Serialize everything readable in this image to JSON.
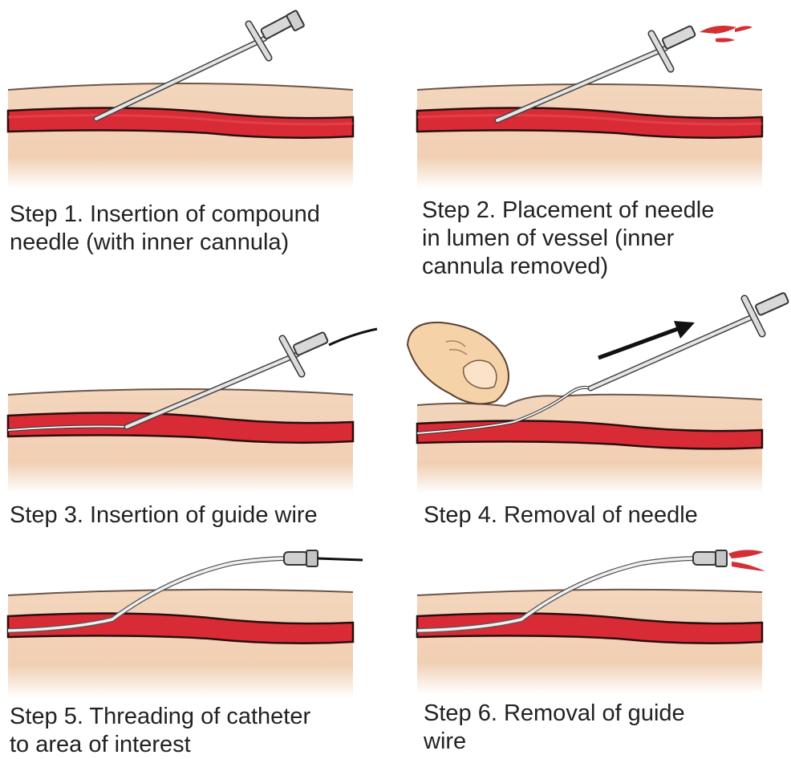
{
  "steps": [
    {
      "caption_lines": [
        "Step 1. Insertion of compound",
        "needle (with inner cannula)"
      ]
    },
    {
      "caption_lines": [
        "Step 2. Placement of needle",
        "in lumen of vessel (inner",
        "cannula removed)"
      ]
    },
    {
      "caption_lines": [
        "Step 3. Insertion of guide wire"
      ]
    },
    {
      "caption_lines": [
        "Step 4. Removal of needle"
      ]
    },
    {
      "caption_lines": [
        "Step 5. Threading of catheter",
        "to area of interest"
      ]
    },
    {
      "caption_lines": [
        "Step 6. Removal of guide",
        "wire"
      ]
    }
  ],
  "colors": {
    "skin": "#f1cfb3",
    "skin_edge": "#5a4a40",
    "vessel": "#d92b35",
    "vessel_edge": "#2a0e0e",
    "metal": "#d9d9d9",
    "blood": "#d32f35"
  },
  "icons": [
    "needle-icon",
    "finger-icon",
    "arrow-icon",
    "catheter-icon",
    "guide-wire-icon",
    "blood-drop-icon"
  ]
}
